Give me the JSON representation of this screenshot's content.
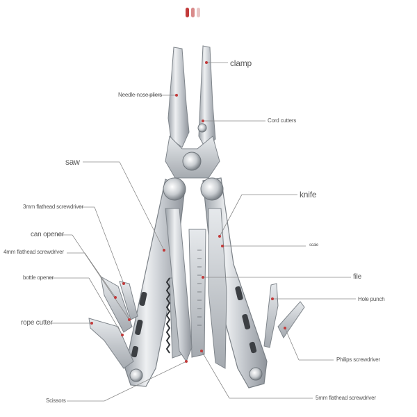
{
  "colors": {
    "accent": "#c23a3a",
    "accent_mid": "#d98a8a",
    "accent_light": "#e9c6c6",
    "metal_dark": "#8f949b",
    "metal_light": "#e9ecef",
    "leader": "#8a8a8a"
  },
  "icon": "multitool-illustration",
  "labels": {
    "clamp": "clamp",
    "pliers": "Needle-nose pliers",
    "cord_cutters": "Cord cutters",
    "saw": "saw",
    "knife": "knife",
    "flathead_3mm": "3mm flathead screwdriver",
    "can_opener": "can opener",
    "flathead_4mm": "4mm flathead screwdriver",
    "bottle_opener": "bottle opener",
    "rope_cutter": "rope cutter",
    "scale": "scale",
    "file": "file",
    "hole_punch": "Hole punch",
    "philips": "Philips screwdriver",
    "scissors": "Scissors",
    "flathead_5mm": "5mm flathead screwdriver"
  }
}
